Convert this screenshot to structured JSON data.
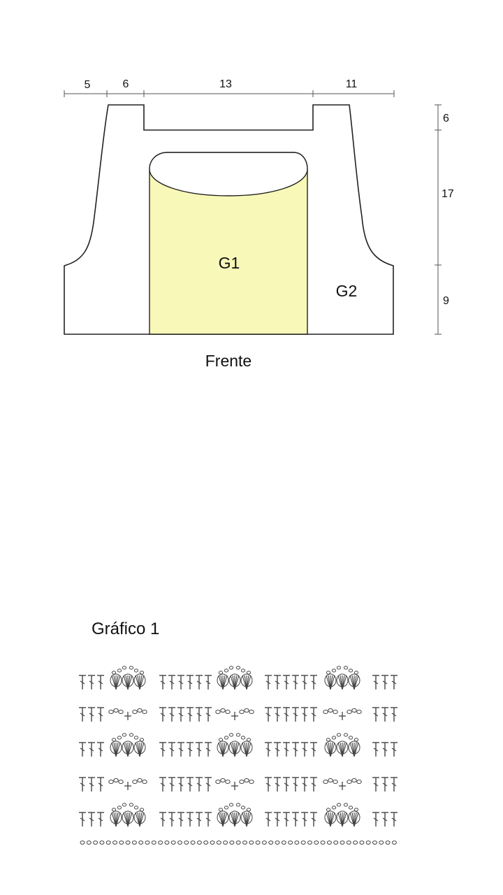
{
  "schematic": {
    "top_dims": [
      "5",
      "6",
      "13",
      "11"
    ],
    "side_dims": [
      "6",
      "17",
      "9"
    ],
    "region_g1": "G1",
    "region_g2": "G2",
    "caption": "Frente",
    "colors": {
      "outline": "#222222",
      "g1_fill": "#f8f8b8",
      "background": "#ffffff"
    }
  },
  "chart1": {
    "title": "Gráfico 1",
    "rows_top_to_bottom": [
      "shell",
      "chain",
      "shell",
      "chain",
      "shell"
    ],
    "foundation": "chain-row",
    "stitch_ink": "#444444"
  }
}
